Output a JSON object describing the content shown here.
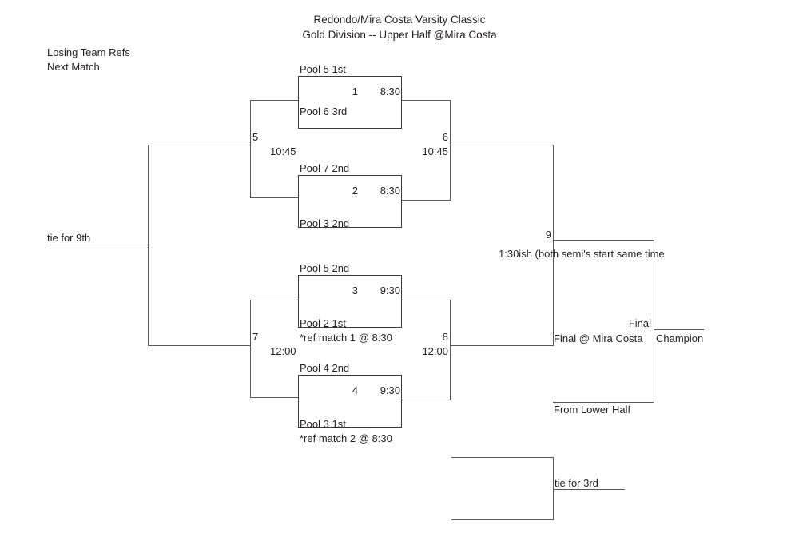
{
  "header": {
    "line1": "Redondo/Mira Costa Varsity Classic",
    "line2": "Gold Division -- Upper Half @Mira Costa"
  },
  "legend": {
    "line1": "Losing Team Refs",
    "line2": "Next Match"
  },
  "matches": [
    {
      "number": "1",
      "time": "8:30",
      "top_seed": "Pool 5 1st",
      "bottom_seed": "Pool 6 3rd",
      "note": ""
    },
    {
      "number": "2",
      "time": "8:30",
      "top_seed": "Pool 7 2nd",
      "bottom_seed": "Pool 3 2nd",
      "note": ""
    },
    {
      "number": "3",
      "time": "9:30",
      "top_seed": "Pool 5 2nd",
      "bottom_seed": "Pool 2 1st",
      "note": "*ref match 1 @ 8:30"
    },
    {
      "number": "4",
      "time": "9:30",
      "top_seed": "Pool 4 2nd",
      "bottom_seed": "Pool 3 1st",
      "note": "*ref match 2 @ 8:30"
    }
  ],
  "nodes": {
    "n5": {
      "id": "5",
      "time": "10:45"
    },
    "n6": {
      "id": "6",
      "time": "10:45"
    },
    "n7": {
      "id": "7",
      "time": "12:00"
    },
    "n8": {
      "id": "8",
      "time": "12:00"
    },
    "n9": {
      "id": "9",
      "time": "1:30ish (both semi's start same time"
    }
  },
  "placements": {
    "tie_ninth": "tie for 9th",
    "tie_third": "tie for 3rd"
  },
  "final": {
    "label": "Final",
    "venue": "Final @ Mira Costa",
    "champion": "Champion",
    "from_lower_half": "From Lower Half"
  }
}
